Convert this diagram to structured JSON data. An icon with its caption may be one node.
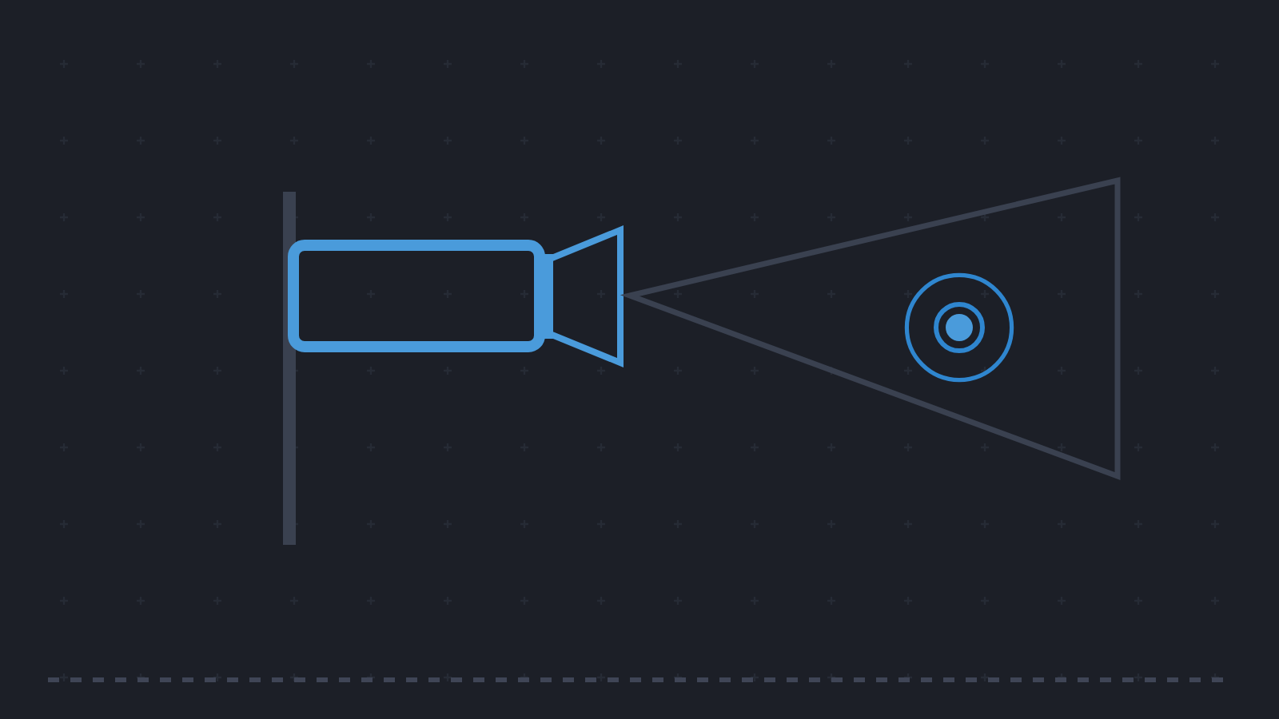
{
  "diagram": {
    "nodes": [
      {
        "text": [],
        "shape": "bar"
      },
      {
        "text": [],
        "shape": "picture"
      },
      {
        "text": [],
        "shape": "triangle"
      },
      {
        "text": [],
        "shape": "circle",
        "in": 2
      }
    ]
  }
}
